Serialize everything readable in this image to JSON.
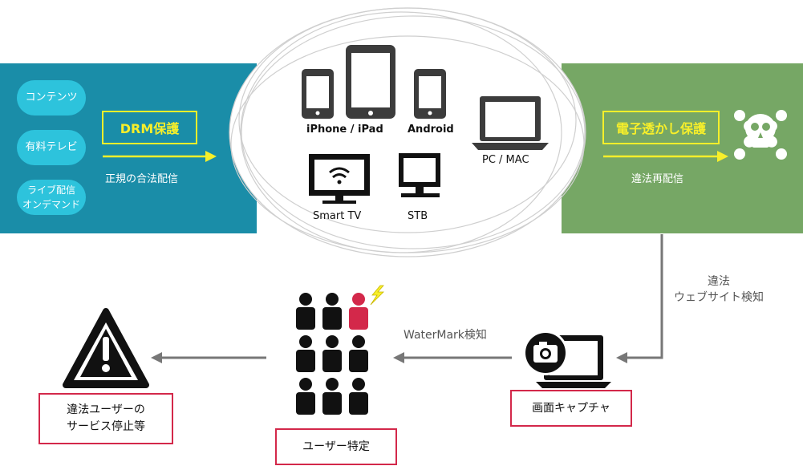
{
  "left_band": {
    "bubbles": [
      "コンテンツ",
      "有料テレビ",
      "ライブ配信\nオンデマンド"
    ],
    "drm_label": "DRM保護",
    "legit_label": "正規の合法配信"
  },
  "devices": {
    "iphone_ipad": "iPhone / iPad",
    "android": "Android",
    "pc_mac": "PC / MAC",
    "smart_tv": "Smart TV",
    "stb": "STB"
  },
  "right_band": {
    "watermark_label": "電子透かし保護",
    "illegal_label": "違法再配信"
  },
  "flow": {
    "illegal_detect": "違法\nウェブサイト検知",
    "watermark_detect": "WaterMark検知",
    "screen_capture": "画面キャプチャ",
    "user_identify": "ユーザー特定",
    "service_stop": "違法ユーザーの\nサービス停止等"
  },
  "colors": {
    "left_band": "#1a8da8",
    "right_band": "#76a765",
    "bubble": "#2dc3dc",
    "highlight": "#f7ef2a",
    "alert": "#d3284a"
  }
}
